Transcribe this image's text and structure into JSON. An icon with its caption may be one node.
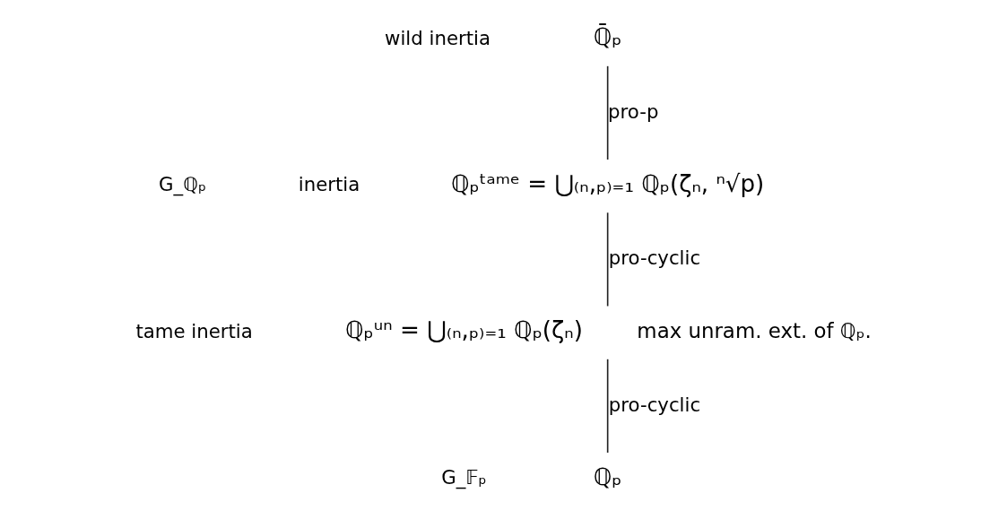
{
  "diagram": {
    "nodes": [
      {
        "text": [
          "ℚ̄ₚ"
        ]
      },
      {
        "text": [
          "ℚₚᵗᵃᵐᵉ = ⋃₍ₙ,ₚ₎₌₁ ℚₚ(ζₙ, ⁿ√p)"
        ]
      },
      {
        "text": [
          "ℚₚᵘⁿ = ⋃₍ₙ,ₚ₎₌₁ ℚₚ(ζₙ)"
        ],
        "beside": [
          "max unram. ext. of ℚₚ."
        ]
      },
      {
        "text": [
          "ℚₚ"
        ]
      }
    ],
    "edges": [
      {
        "from": 0,
        "to": 1,
        "arrow": "none",
        "label": "pro-p"
      },
      {
        "from": 1,
        "to": 2,
        "arrow": "none",
        "label": "pro-cyclic"
      },
      {
        "from": 2,
        "to": 3,
        "arrow": "none",
        "label": "pro-cyclic"
      }
    ],
    "labels": [
      "wild inertia",
      "inertia",
      "tame inertia",
      "G_ℚₚ",
      "G_𝔽ₚ"
    ]
  }
}
